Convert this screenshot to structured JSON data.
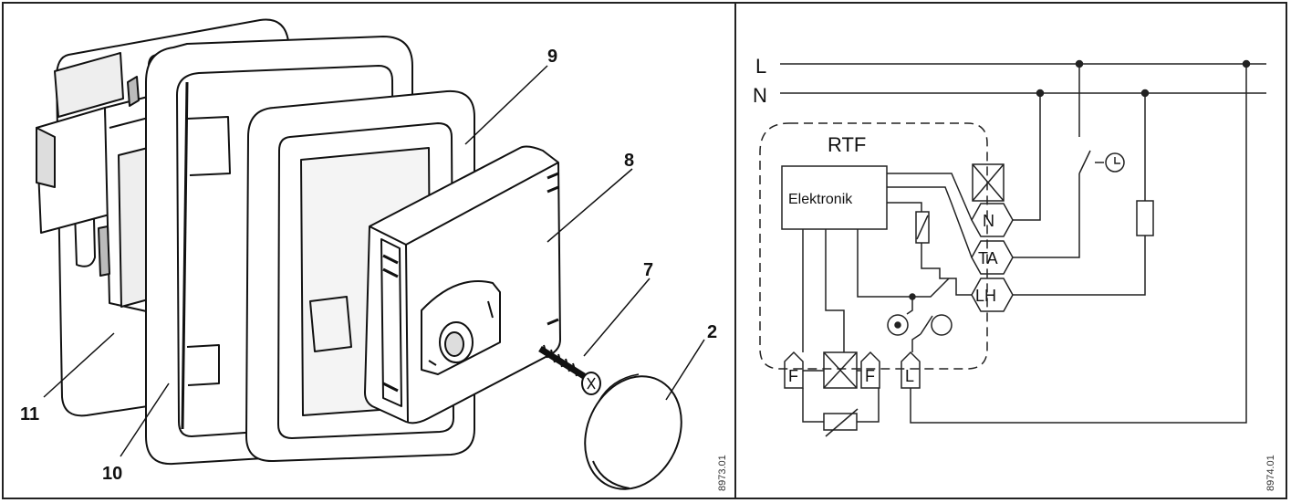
{
  "left_panel": {
    "callouts": [
      "9",
      "8",
      "7",
      "2",
      "11",
      "10"
    ],
    "image_code": "8973.01"
  },
  "right_panel": {
    "lines": {
      "l": "L",
      "n": "N"
    },
    "device_label": "RTF",
    "electronics_label": "Elektronik",
    "terminals": {
      "n": "N",
      "ta": "TA",
      "lh": "LH",
      "f1": "F",
      "f2": "F",
      "l": "L"
    },
    "image_code": "8974.01"
  }
}
